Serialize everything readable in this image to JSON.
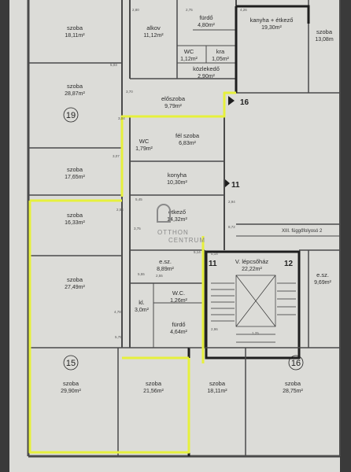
{
  "rooms": [
    {
      "name": "szoba",
      "area": "18,11m²"
    },
    {
      "name": "alkov",
      "area": "11,12m²"
    },
    {
      "name": "fürdő",
      "area": "4,80m²"
    },
    {
      "name": "kanyha + étkező",
      "area": "19,30m²"
    },
    {
      "name": "szoba",
      "area": "13,08m"
    },
    {
      "name": "WC",
      "area": "1,12m²"
    },
    {
      "name": "kra",
      "area": "1,05m²"
    },
    {
      "name": "közlekedő",
      "area": "2,90m²"
    },
    {
      "name": "szoba",
      "area": "28,87m²"
    },
    {
      "name": "előszoba",
      "area": "9,79m²"
    },
    {
      "name": "WC",
      "area": "1,79m²"
    },
    {
      "name": "fél szoba",
      "area": "6,83m²"
    },
    {
      "name": "szoba",
      "area": "17,65m²"
    },
    {
      "name": "konyha",
      "area": "10,30m²"
    },
    {
      "name": "szoba",
      "area": "16,33m²"
    },
    {
      "name": "étkező",
      "area": "14,32m²"
    },
    {
      "name": "e.sz.",
      "area": "8,89m²"
    },
    {
      "name": "V. lépcsőház",
      "area": "22,22m²"
    },
    {
      "name": "e.sz.",
      "area": "9,69m²"
    },
    {
      "name": "szoba",
      "area": "27,49m²"
    },
    {
      "name": "kl.",
      "area": "3,0m²"
    },
    {
      "name": "W.C.",
      "area": "1,26m²"
    },
    {
      "name": "fürdő",
      "area": "4,64m²"
    },
    {
      "name": "szoba",
      "area": "29,90m²"
    },
    {
      "name": "szoba",
      "area": "21,56m²"
    },
    {
      "name": "szoba",
      "area": "18,11m²"
    },
    {
      "name": "szoba",
      "area": "28,75m²"
    }
  ],
  "unit_numbers": [
    "19",
    "15",
    "16",
    "12"
  ],
  "markers": [
    "16",
    "11",
    "11"
  ],
  "corridor_label": "XIII. függőfolyosó 2",
  "watermark": {
    "line1": "OTTHON",
    "line2": "CENTRUM"
  },
  "dimensions": [
    "5,03",
    "2,80",
    "2,75",
    "4,26",
    "3,70",
    "3,07",
    "3,04",
    "5,45",
    "2,94",
    "8,72",
    "3,75",
    "5,14",
    "2,96",
    "4,78",
    "5,75",
    "5,55",
    "2,54",
    "5,14",
    "1,25",
    "2,55"
  ],
  "colors": {
    "highlight": "#e6f03c",
    "wall": "#1e1e1e",
    "paper": "#dcdcd8"
  }
}
